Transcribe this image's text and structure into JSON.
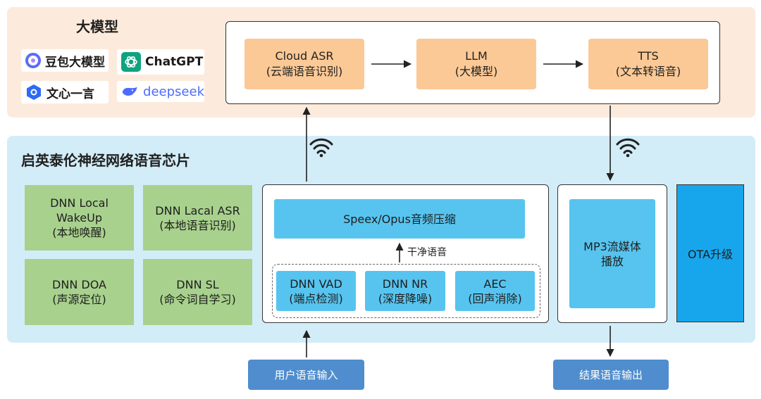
{
  "large_model": {
    "title": "大模型",
    "logos": [
      {
        "name": "doubao",
        "label": "豆包大模型",
        "color": "#5b6cf9"
      },
      {
        "name": "chatgpt",
        "label": "ChatGPT",
        "color": "#10a37f"
      },
      {
        "name": "wenxin",
        "label": "文心一言",
        "color": "#2d6af6"
      },
      {
        "name": "deepseek",
        "label": "deepseek",
        "color": "#4d6bfe"
      }
    ],
    "pipeline": [
      {
        "line1": "Cloud ASR",
        "line2": "(云端语音识别)"
      },
      {
        "line1": "LLM",
        "line2": "(大模型)"
      },
      {
        "line1": "TTS",
        "line2": "(文本转语音)"
      }
    ]
  },
  "chip": {
    "title": "启英泰伦神经网络语音芯片",
    "features": [
      {
        "line1": "DNN Local",
        "line2": "WakeUp",
        "line3": "(本地唤醒)"
      },
      {
        "line1": "DNN Lacal ASR",
        "line2": "(本地语音识别)"
      },
      {
        "line1": "DNN DOA",
        "line2": "(声源定位)"
      },
      {
        "line1": "DNN SL",
        "line2": "(命令词自学习)"
      }
    ],
    "compress": "Speex/Opus音频压缩",
    "clean_voice": "干净语音",
    "modules": [
      {
        "line1": "DNN VAD",
        "line2": "(端点检测)"
      },
      {
        "line1": "DNN NR",
        "line2": "(深度降噪)"
      },
      {
        "line1": "AEC",
        "line2": "(回声消除)"
      }
    ],
    "mp3": {
      "line1": "MP3流媒体",
      "line2": "播放"
    },
    "ota": "OTA升级"
  },
  "io": {
    "input": "用户语音输入",
    "output": "结果语音输出"
  },
  "colors": {
    "top_panel": "#fcebdc",
    "chip_panel": "#d3edf8",
    "orange_box": "#fbc996",
    "green_box": "#a8d18d",
    "blue_box": "#57c4ef",
    "ota_box": "#17a6ec",
    "io_box": "#4f8dce"
  }
}
